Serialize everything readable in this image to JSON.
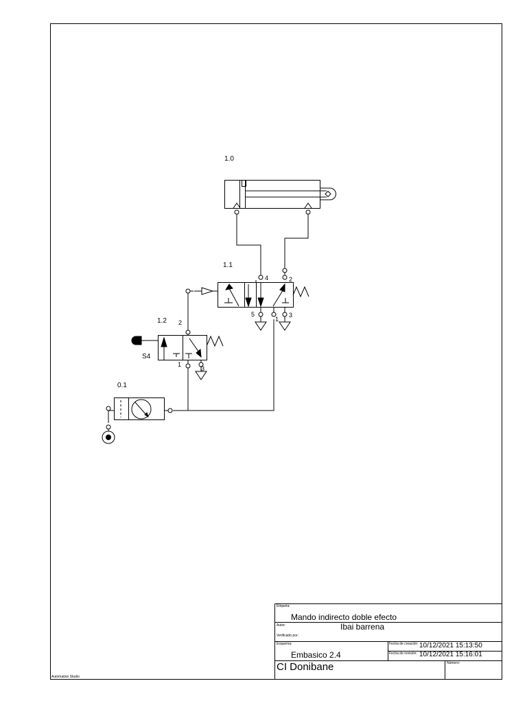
{
  "diagram": {
    "labels": {
      "cylinder_id": "1.0",
      "valve_main_id": "1.1",
      "valve_button_id": "1.2",
      "button_name": "S4",
      "source_id": "0.1",
      "port_4": "4",
      "port_2_main": "2",
      "port_5": "5",
      "port_1_main": "1",
      "port_3_main": "3",
      "port_2_btn": "2",
      "port_1_btn": "1",
      "port_3_btn": "3"
    }
  },
  "title_block": {
    "etiqueta_label": "Etiqueta:",
    "title": "Mando indirecto doble efecto",
    "autor_label": "Autor:",
    "author": "Ibai barrena",
    "verificado_label": "Verificado por:",
    "esquema_label": "Esquema:",
    "scheme": "Embasico 2.4",
    "fecha_creacion_label": "Fecha de creación:",
    "fecha_creacion": "10/12/2021 15:13:50",
    "fecha_revision_label": "Fecha de revisión:",
    "fecha_revision": "10/12/2021 15:16:01",
    "company": "CI Donibane",
    "numero_label": "Número:"
  },
  "footer": {
    "software": "Automation Studio"
  }
}
